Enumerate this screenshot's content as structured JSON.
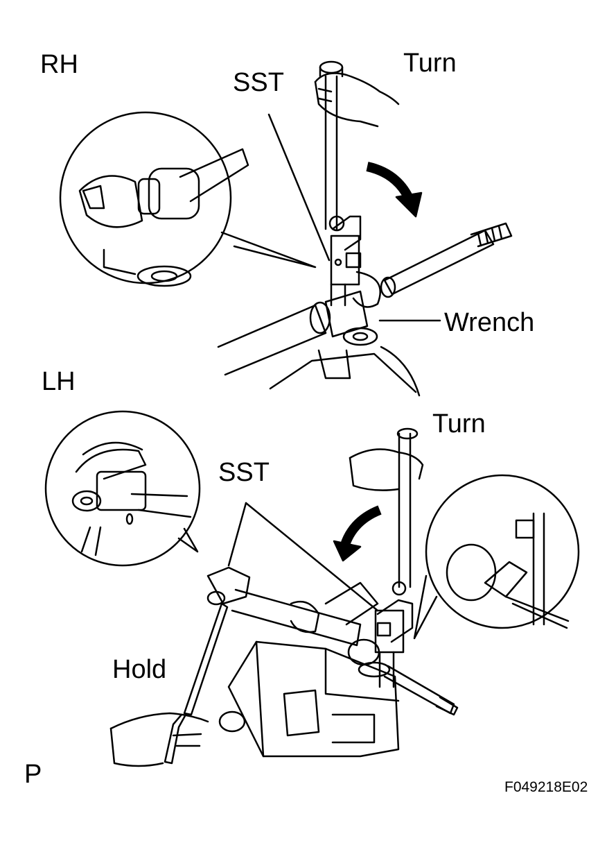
{
  "labels": {
    "rh": "RH",
    "sst_top": "SST",
    "turn_top": "Turn",
    "wrench": "Wrench",
    "lh": "LH",
    "turn_bottom": "Turn",
    "sst_bottom": "SST",
    "hold": "Hold",
    "p": "P",
    "figure_code": "F049218E02"
  },
  "colors": {
    "ink": "#000000",
    "paper": "#ffffff"
  },
  "icons": {
    "turn_arrow_top": "curved-arrow-clockwise-icon",
    "turn_arrow_bottom": "curved-arrow-counterclockwise-icon"
  }
}
